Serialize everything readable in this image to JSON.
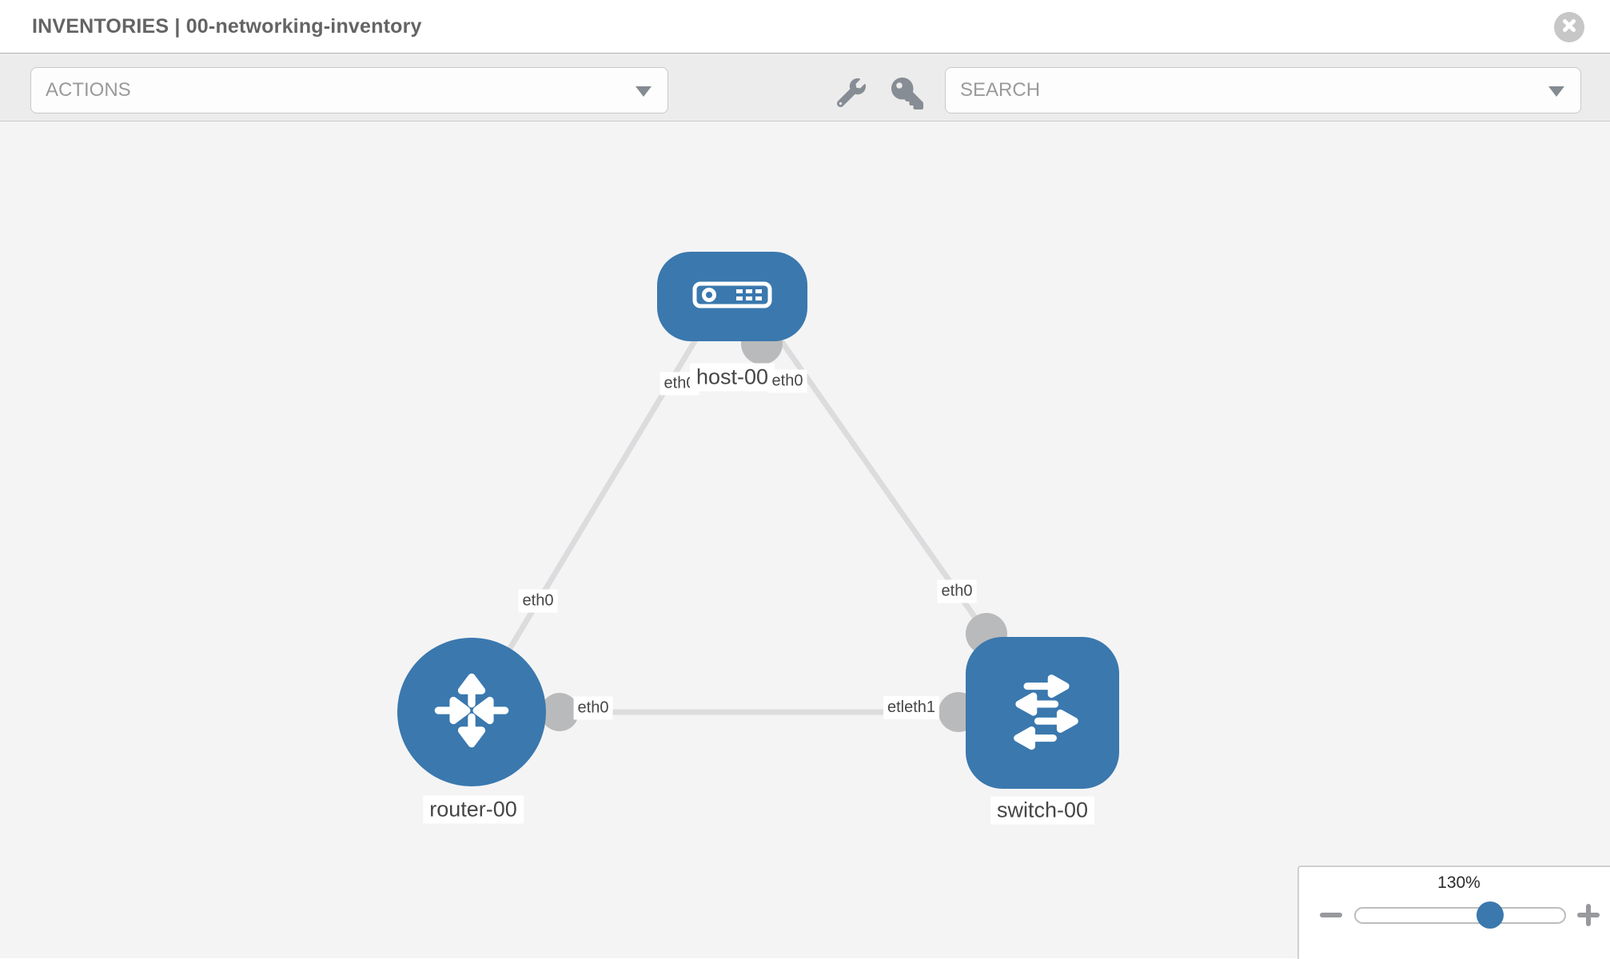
{
  "header": {
    "title": "INVENTORIES | 00-networking-inventory",
    "close_icon": "close-icon"
  },
  "toolbar": {
    "actions_label": "ACTIONS",
    "search_label": "SEARCH",
    "icons": [
      "wrench-icon",
      "key-icon"
    ]
  },
  "topology": {
    "nodes": [
      {
        "id": "host-00",
        "label": "host-00",
        "type": "host",
        "icon": "server-icon"
      },
      {
        "id": "router-00",
        "label": "router-00",
        "type": "router",
        "icon": "router-arrows-icon"
      },
      {
        "id": "switch-00",
        "label": "switch-00",
        "type": "switch",
        "icon": "switch-arrows-icon"
      }
    ],
    "links": [
      {
        "from": "host-00",
        "to": "router-00",
        "from_interface": "eth0",
        "to_interface": "eth0"
      },
      {
        "from": "host-00",
        "to": "switch-00",
        "from_interface": "eth0",
        "to_interface": "eth0"
      },
      {
        "from": "router-00",
        "to": "switch-00",
        "from_interface": "eth0",
        "to_interface": "eth1"
      }
    ],
    "interface_labels": {
      "host_left": "eth0",
      "host_right": "eth0",
      "host_router_mid": "eth0",
      "host_switch_mid": "eth0",
      "router_port": "eth0",
      "switch_port_back": "etl",
      "switch_port_front": "eth1"
    }
  },
  "zoom_control": {
    "level": "130%",
    "percent": 64
  },
  "colors": {
    "node_blue": "#3a78ae",
    "port_gray": "#b9babb",
    "link_gray": "#dcdcde",
    "canvas_bg": "#f4f4f5",
    "toolbar_bg": "#ececec"
  }
}
